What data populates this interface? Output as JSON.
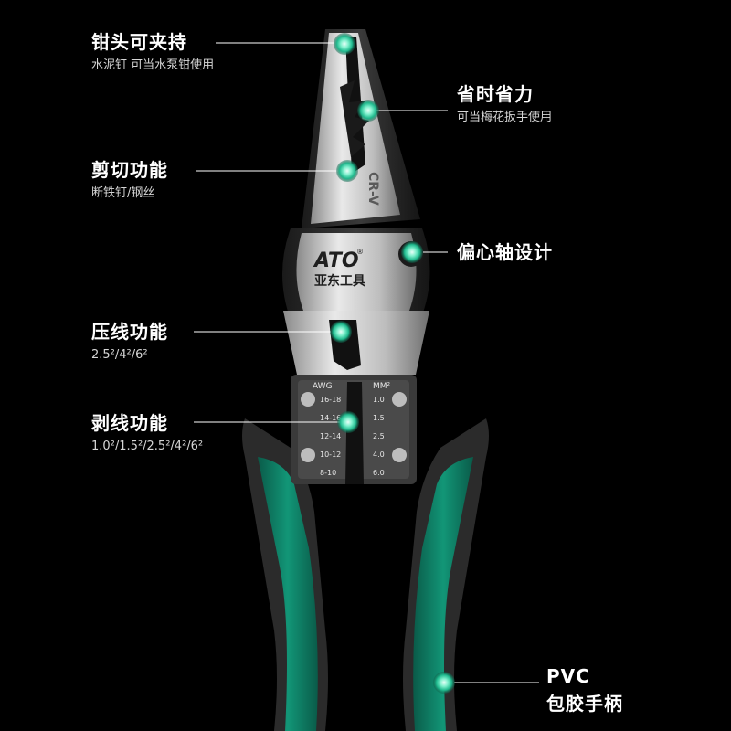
{
  "features": [
    {
      "title": "钳头可夹持",
      "subtitle": "水泥钉 可当水泵钳使用"
    },
    {
      "title": "省时省力",
      "subtitle": "可当梅花扳手使用"
    },
    {
      "title": "剪切功能",
      "subtitle": "断铁钉/钢丝"
    },
    {
      "title": "偏心轴设计",
      "subtitle": ""
    },
    {
      "title": "压线功能",
      "subtitle": "2.5²/4²/6²"
    },
    {
      "title": "剥线功能",
      "subtitle": "1.0²/1.5²/2.5²/4²/6²"
    },
    {
      "title": "PVC",
      "subtitle": "包胶手柄"
    }
  ],
  "tool": {
    "steel_mark": "CR-V",
    "brand": "ATO",
    "brand_reg": "®",
    "brand_cn": "亚东工具",
    "plate": {
      "left_header": "AWG",
      "right_header": "MM²",
      "awg": [
        "16-18",
        "14-16",
        "12-14",
        "10-12",
        "8-10"
      ],
      "mm": [
        "1.0",
        "1.5",
        "2.5",
        "4.0",
        "6.0"
      ]
    }
  },
  "colors": {
    "background": "#000000",
    "accent": "#1fd1a0",
    "handle_green": "#0f7a63",
    "handle_dark": "#2d2d2d",
    "steel": "#cfcfcf"
  }
}
